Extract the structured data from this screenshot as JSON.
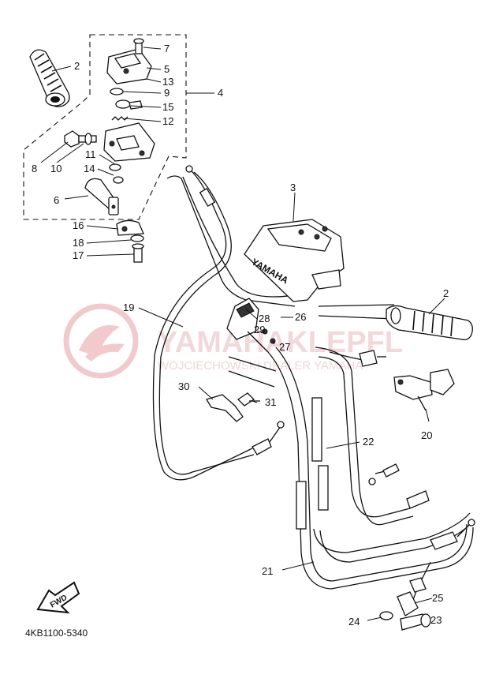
{
  "diagram": {
    "code": "4KB1100-5340",
    "fwd_label": "FWD",
    "cover_brand": "YAMAHA",
    "watermark": {
      "line1": "YAMAHAKLEPFL",
      "line2": "WOJCIECHOWSKI DEALER YAMAHA"
    },
    "callouts": [
      {
        "id": "c7",
        "label": "7"
      },
      {
        "id": "c2a",
        "label": "2"
      },
      {
        "id": "c5",
        "label": "5"
      },
      {
        "id": "c13",
        "label": "13"
      },
      {
        "id": "c9",
        "label": "9"
      },
      {
        "id": "c4",
        "label": "4"
      },
      {
        "id": "c15",
        "label": "15"
      },
      {
        "id": "c12",
        "label": "12"
      },
      {
        "id": "c8",
        "label": "8"
      },
      {
        "id": "c10",
        "label": "10"
      },
      {
        "id": "c11",
        "label": "11"
      },
      {
        "id": "c14",
        "label": "14"
      },
      {
        "id": "c6",
        "label": "6"
      },
      {
        "id": "c3",
        "label": "3"
      },
      {
        "id": "c16",
        "label": "16"
      },
      {
        "id": "c18",
        "label": "18"
      },
      {
        "id": "c17",
        "label": "17"
      },
      {
        "id": "c19",
        "label": "19"
      },
      {
        "id": "c2b",
        "label": "2"
      },
      {
        "id": "c28",
        "label": "28"
      },
      {
        "id": "c26",
        "label": "26"
      },
      {
        "id": "c29",
        "label": "29"
      },
      {
        "id": "c27",
        "label": "27"
      },
      {
        "id": "c30",
        "label": "30"
      },
      {
        "id": "c31",
        "label": "31"
      },
      {
        "id": "c20",
        "label": "20"
      },
      {
        "id": "c22",
        "label": "22"
      },
      {
        "id": "c21",
        "label": "21"
      },
      {
        "id": "c25",
        "label": "25"
      },
      {
        "id": "c24",
        "label": "24"
      },
      {
        "id": "c23",
        "label": "23"
      }
    ]
  }
}
